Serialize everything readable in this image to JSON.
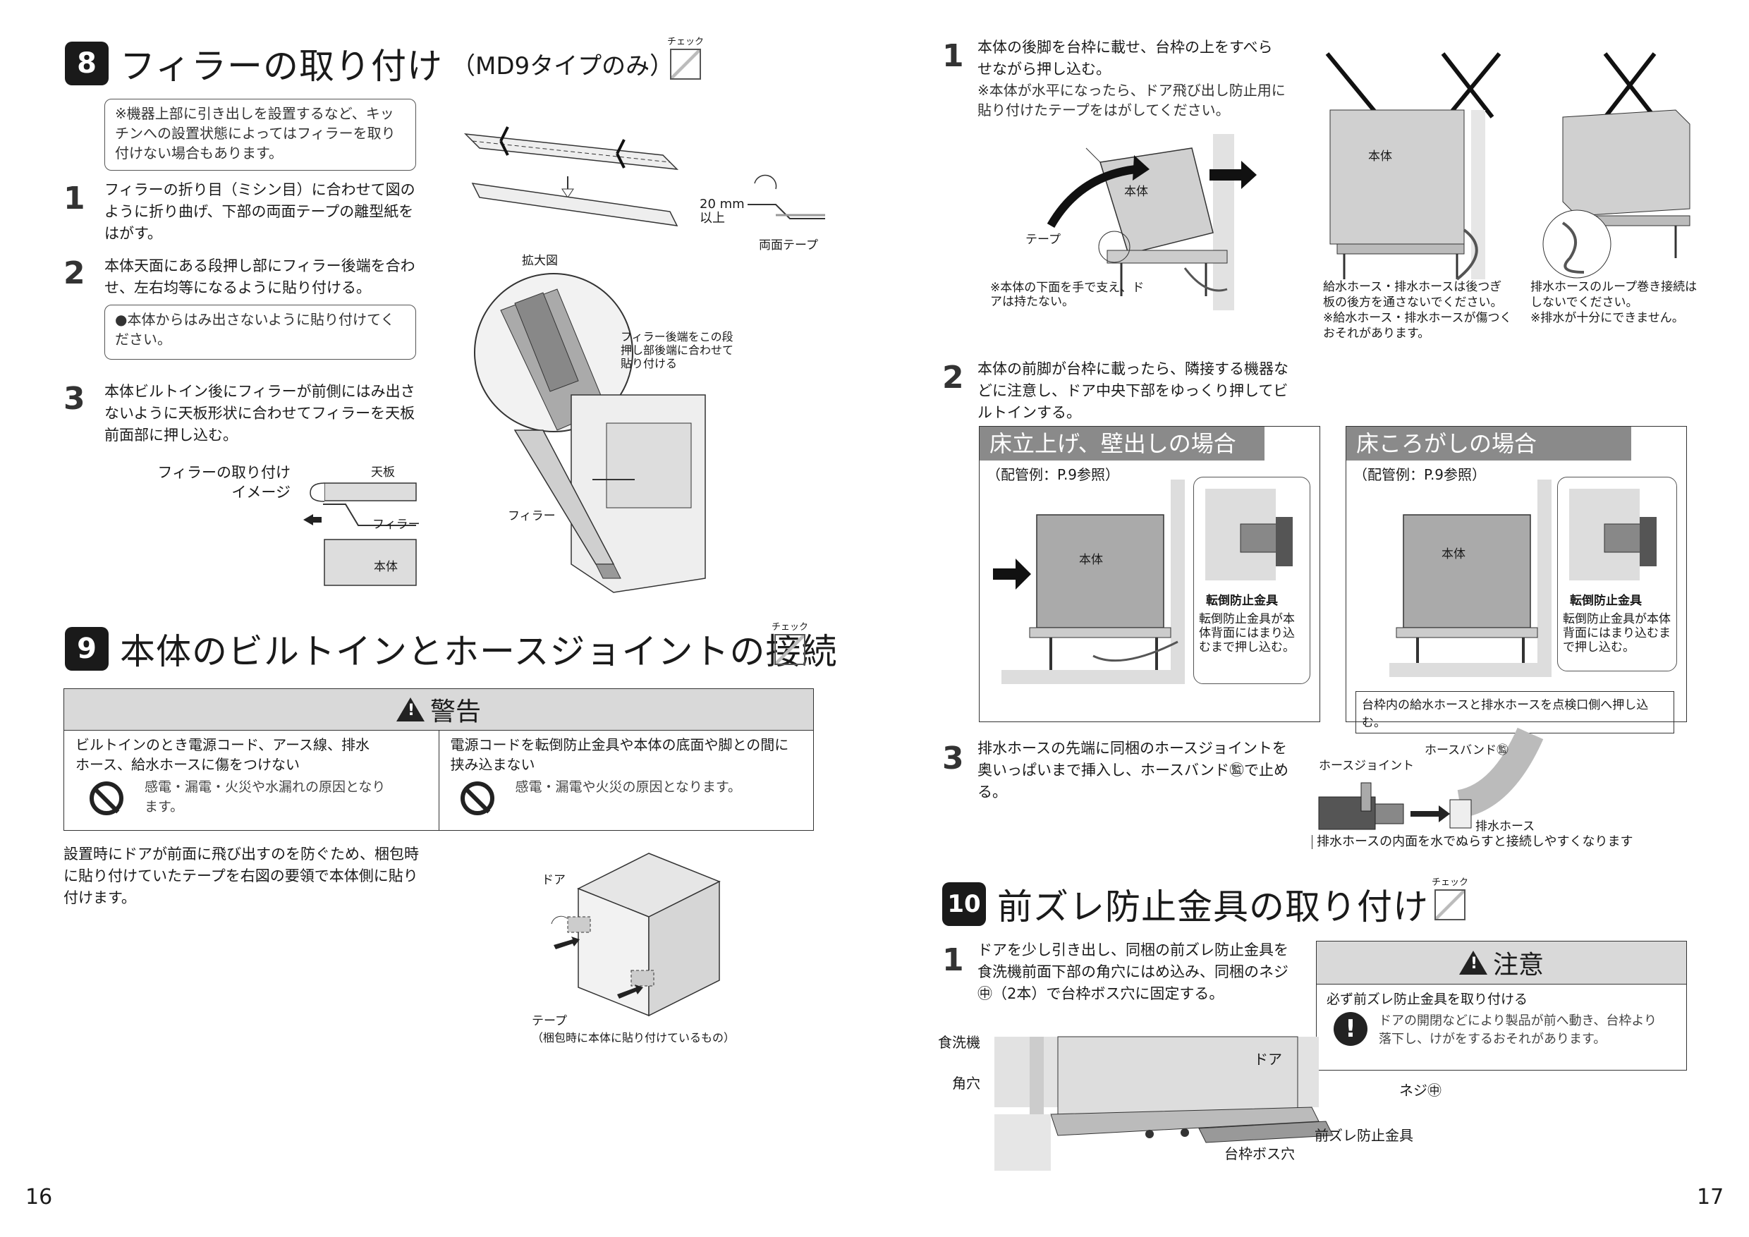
{
  "page_left": {
    "s8": {
      "num": "8",
      "title": "フィラーの取り付け",
      "subtitle": "（MD9タイプのみ）",
      "check": "チェック",
      "note": "※機器上部に引き出しを設置するなど、キッチンへの設置状態によってはフィラーを取り付けない場合もあります。",
      "steps": [
        {
          "n": "1",
          "text": "フィラーの折り目（ミシン目）に合わせて図のように折り曲げ、下部の両面テープの離型紙をはがす。"
        },
        {
          "n": "2",
          "text": "本体天面にある段押し部にフィラー後端を合わせ、左右均等になるように貼り付ける。"
        },
        {
          "n": "3",
          "text": "本体ビルトイン後にフィラーが前側にはみ出さないように天板形状に合わせてフィラーを天板前面部に押し込む。"
        }
      ],
      "step2_note": "●本体からはみ出さないように貼り付けてください。",
      "fig": {
        "mm": "20 mm",
        "above": "以上",
        "tape": "両面テープ",
        "zoom": "拡大図",
        "filler_note": "フィラー後端をこの段押し部後端に合わせて貼り付ける",
        "filler": "フィラー",
        "img_title1": "フィラーの取り付け",
        "img_title2": "イメージ",
        "tenban": "天板",
        "filler2": "フィラー",
        "hontai": "本体"
      }
    },
    "s9": {
      "num": "9",
      "title": "本体のビルトインとホースジョイントの接続",
      "check": "チェック",
      "warning": {
        "title": "警告",
        "left_head": "ビルトインのとき電源コード、アース線、排水ホース、給水ホースに傷をつけない",
        "left_body": "感電・漏電・火災や水漏れの原因となります。",
        "right_head": "電源コードを転倒防止金具や本体の底面や脚との間に挟み込まない",
        "right_body": "感電・漏電や火災の原因となります。"
      },
      "body": "設置時にドアが前面に飛び出すのを防ぐため、梱包時に貼り付けていたテープを右図の要領で本体側に貼り付けます。",
      "fig": {
        "door": "ドア",
        "tape": "テープ",
        "tape_note": "（梱包時に本体に貼り付けているもの）"
      }
    },
    "page_number": "16"
  },
  "page_right": {
    "steps": [
      {
        "n": "1",
        "text": "本体の後脚を台枠に載せ、台枠の上をすべらせながら押し込む。",
        "note": "※本体が水平になったら、ドア飛び出し防止用に貼り付けたテープをはがしてください。"
      },
      {
        "n": "2",
        "text": "本体の前脚が台枠に載ったら、隣接する機器などに注意し、ドア中央下部をゆっくり押してビルトインする。"
      },
      {
        "n": "3",
        "text": "排水ホースの先端に同梱のホースジョイントを奥いっぱいまで挿入し、ホースバンド㊬で止める。"
      }
    ],
    "fig1": {
      "hontai": "本体",
      "tape": "テープ",
      "note": "※本体の下面を手で支え、ドアは持たない。"
    },
    "ng1": {
      "hontai": "本体",
      "caption": "給水ホース・排水ホースは後つぎ板の後方を通さないでください。",
      "note": "※給水ホース・排水ホースが傷つくおそれがあります。"
    },
    "ng2": {
      "caption": "排水ホースのループ巻き接続はしないでください。",
      "note": "※排水が十分にできません。"
    },
    "panel_a": {
      "title": "床立上げ、壁出しの場合",
      "ref": "（配管例：P.9参照）",
      "hontai": "本体",
      "part": "転倒防止金具",
      "desc": "転倒防止金具が本体背面にはまり込むまで押し込む。"
    },
    "panel_b": {
      "title": "床ころがしの場合",
      "ref": "（配管例：P.9参照）",
      "hontai": "本体",
      "part": "転倒防止金具",
      "desc": "転倒防止金具が本体背面にはまり込むまで押し込む。",
      "footer": "台枠内の給水ホースと排水ホースを点検口側へ押し込む。"
    },
    "fig3": {
      "band": "ホースバンド㊬",
      "joint": "ホースジョイント",
      "hose": "排水ホース",
      "tip": "排水ホースの内面を水でぬらすと接続しやすくなります"
    },
    "s10": {
      "num": "10",
      "title": "前ズレ防止金具の取り付け",
      "check": "チェック",
      "step": {
        "n": "1",
        "text": "ドアを少し引き出し、同梱の前ズレ防止金具を食洗機前面下部の角穴にはめ込み、同梱のネジ㊥（2本）で台枠ボス穴に固定する。"
      },
      "caution": {
        "title": "注意",
        "head": "必ず前ズレ防止金具を取り付ける",
        "body": "ドアの開閉などにより製品が前へ動き、台枠より落下し、けがをするおそれがあります。"
      },
      "fig": {
        "dishwasher": "食洗機",
        "door": "ドア",
        "hole": "角穴",
        "screw": "ネジ㊥",
        "bracket": "前ズレ防止金具",
        "boss": "台枠ボス穴"
      }
    },
    "page_number": "17"
  }
}
